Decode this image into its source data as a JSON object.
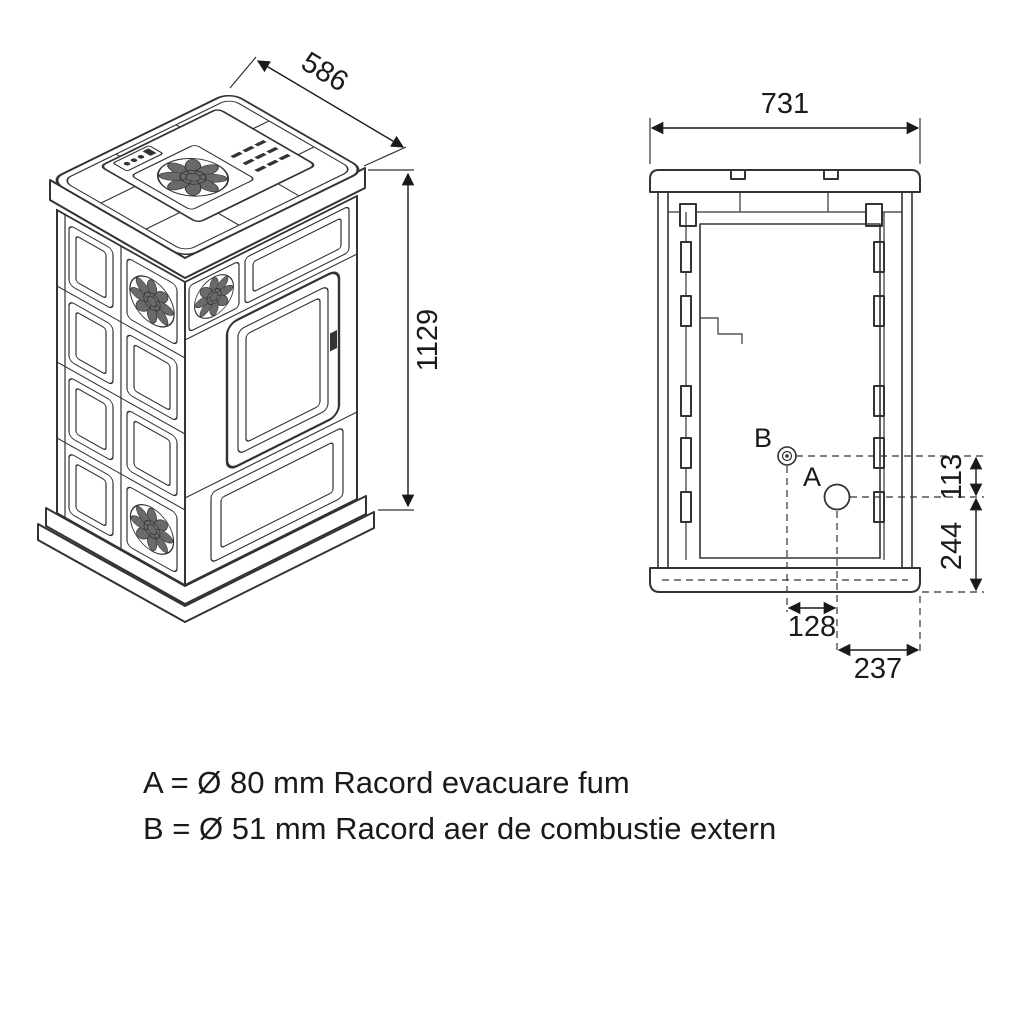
{
  "diagram": {
    "perspective_view": {
      "width_mm": "586",
      "height_mm": "1129"
    },
    "rear_view": {
      "width_mm": "731",
      "b_to_a_vertical_mm": "113",
      "a_to_base_mm": "244",
      "b_to_a_horizontal_mm": "128",
      "a_to_edge_mm": "237",
      "point_a": "A",
      "point_b": "B"
    },
    "legend": {
      "line_a": "A = Ø 80 mm Racord evacuare fum",
      "line_b": "B = Ø 51 mm Racord aer de combustie extern"
    },
    "colors": {
      "line": "#333333",
      "background": "#ffffff"
    }
  }
}
